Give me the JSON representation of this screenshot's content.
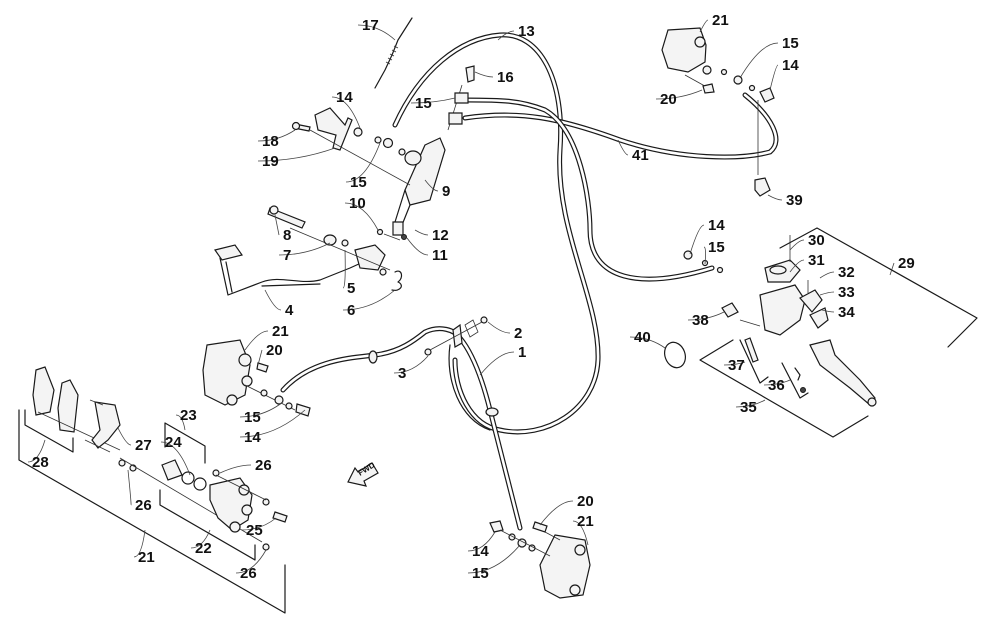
{
  "diagram": {
    "title": "Hydraulic Brake Assembly - Exploded Parts Diagram",
    "direction_indicator": "FWD",
    "callouts": [
      {
        "id": "c1",
        "label": "1"
      },
      {
        "id": "c2",
        "label": "2"
      },
      {
        "id": "c3",
        "label": "3"
      },
      {
        "id": "c4",
        "label": "4"
      },
      {
        "id": "c5",
        "label": "5"
      },
      {
        "id": "c6",
        "label": "6"
      },
      {
        "id": "c7",
        "label": "7"
      },
      {
        "id": "c8",
        "label": "8"
      },
      {
        "id": "c9",
        "label": "9"
      },
      {
        "id": "c10",
        "label": "10"
      },
      {
        "id": "c11",
        "label": "11"
      },
      {
        "id": "c12",
        "label": "12"
      },
      {
        "id": "c13",
        "label": "13"
      },
      {
        "id": "c14a",
        "label": "14"
      },
      {
        "id": "c14b",
        "label": "14"
      },
      {
        "id": "c14c",
        "label": "14"
      },
      {
        "id": "c14d",
        "label": "14"
      },
      {
        "id": "c14e",
        "label": "14"
      },
      {
        "id": "c15a",
        "label": "15"
      },
      {
        "id": "c15b",
        "label": "15"
      },
      {
        "id": "c15c",
        "label": "15"
      },
      {
        "id": "c15d",
        "label": "15"
      },
      {
        "id": "c15e",
        "label": "15"
      },
      {
        "id": "c15f",
        "label": "15"
      },
      {
        "id": "c16",
        "label": "16"
      },
      {
        "id": "c17",
        "label": "17"
      },
      {
        "id": "c18",
        "label": "18"
      },
      {
        "id": "c19",
        "label": "19"
      },
      {
        "id": "c20a",
        "label": "20"
      },
      {
        "id": "c20b",
        "label": "20"
      },
      {
        "id": "c20c",
        "label": "20"
      },
      {
        "id": "c21a",
        "label": "21"
      },
      {
        "id": "c21b",
        "label": "21"
      },
      {
        "id": "c21c",
        "label": "21"
      },
      {
        "id": "c21d",
        "label": "21"
      },
      {
        "id": "c22",
        "label": "22"
      },
      {
        "id": "c23",
        "label": "23"
      },
      {
        "id": "c24",
        "label": "24"
      },
      {
        "id": "c25",
        "label": "25"
      },
      {
        "id": "c26a",
        "label": "26"
      },
      {
        "id": "c26b",
        "label": "26"
      },
      {
        "id": "c26c",
        "label": "26"
      },
      {
        "id": "c27",
        "label": "27"
      },
      {
        "id": "c28",
        "label": "28"
      },
      {
        "id": "c29",
        "label": "29"
      },
      {
        "id": "c30",
        "label": "30"
      },
      {
        "id": "c31",
        "label": "31"
      },
      {
        "id": "c32",
        "label": "32"
      },
      {
        "id": "c33",
        "label": "33"
      },
      {
        "id": "c34",
        "label": "34"
      },
      {
        "id": "c35",
        "label": "35"
      },
      {
        "id": "c36",
        "label": "36"
      },
      {
        "id": "c37",
        "label": "37"
      },
      {
        "id": "c38",
        "label": "38"
      },
      {
        "id": "c39",
        "label": "39"
      },
      {
        "id": "c40",
        "label": "40"
      },
      {
        "id": "c41",
        "label": "41"
      }
    ]
  }
}
